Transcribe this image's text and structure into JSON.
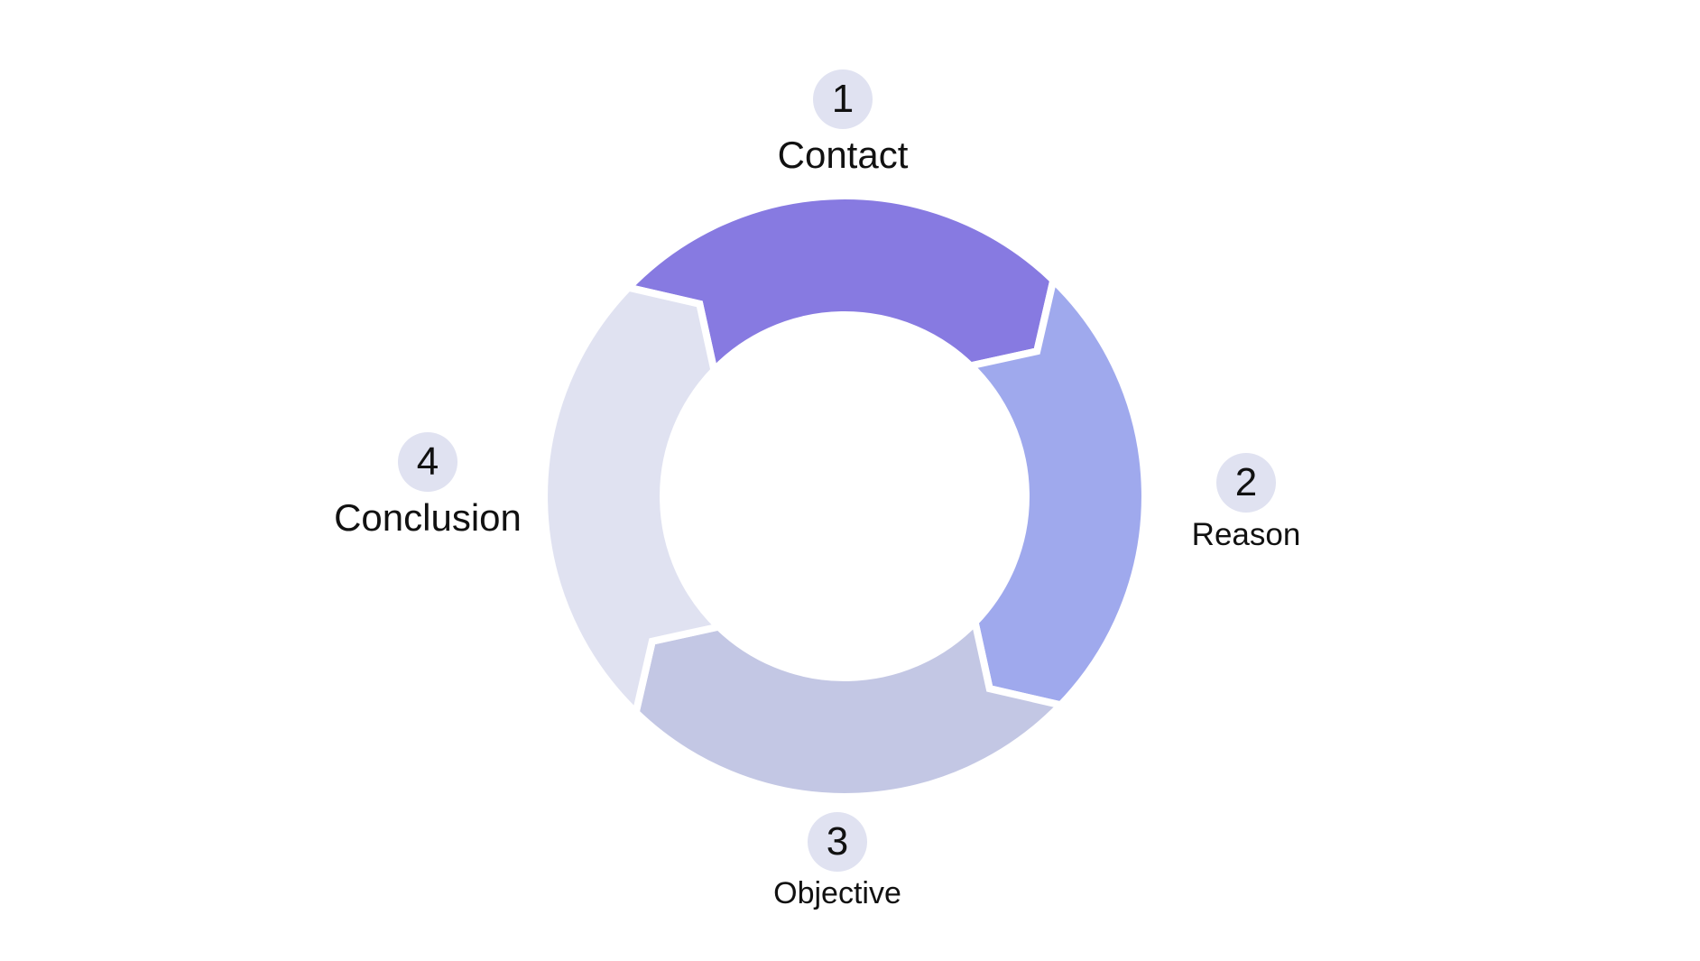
{
  "diagram": {
    "steps": [
      {
        "number": "1",
        "label": "Contact",
        "color": "#877ae1"
      },
      {
        "number": "2",
        "label": "Reason",
        "color": "#9fa9ed"
      },
      {
        "number": "3",
        "label": "Objective",
        "color": "#c3c7e4"
      },
      {
        "number": "4",
        "label": "Conclusion",
        "color": "#e0e2f1"
      }
    ],
    "badge_color": "#e0e2f1"
  }
}
